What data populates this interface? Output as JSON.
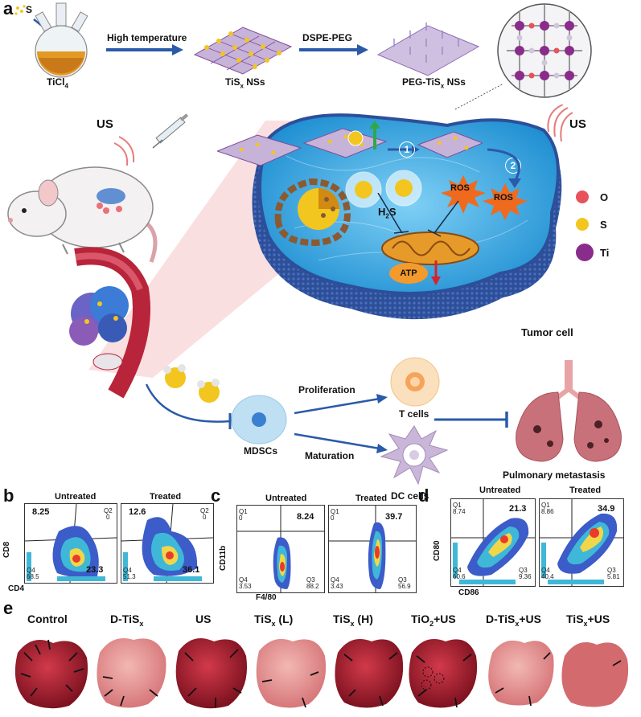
{
  "panel_a": {
    "letter": "a",
    "sulfur_label": "S",
    "precursor_label": "TiCl",
    "precursor_sub": "4",
    "step1_label": "High temperature",
    "step2_label": "DSPE-PEG",
    "product1_label": "TiS",
    "product1_sub": "x",
    "product1_tail": " NSs",
    "product2_label": "PEG-TiS",
    "product2_sub": "x",
    "product2_tail": " NSs",
    "us_left": "US",
    "us_right": "US",
    "step_circle_1": "1",
    "step_circle_2": "2",
    "h2s_label": "H",
    "h2s_sub": "2",
    "h2s_tail": "S",
    "ros_label_1": "ROS",
    "ros_label_2": "ROS",
    "atp_label": "ATP",
    "tumor_cell_label": "Tumor cell",
    "legend": [
      {
        "symbol": "O",
        "color": "#e8525a"
      },
      {
        "symbol": "S",
        "color": "#f2c61f"
      },
      {
        "symbol": "Ti",
        "color": "#8a2c8c"
      }
    ],
    "mdsc_label": "MDSCs",
    "proliferation_label": "Proliferation",
    "maturation_label": "Maturation",
    "tcell_label": "T cells",
    "dc_label": "DC cells",
    "metastasis_label": "Pulmonary metastasis"
  },
  "panel_b": {
    "letter": "b",
    "plots": [
      {
        "title": "Untreated",
        "q1": "8.25",
        "q3": "23.3",
        "q2": "Q2",
        "q2v": "0",
        "q4": "Q4",
        "q4v": "68.5"
      },
      {
        "title": "Treated",
        "q1": "12.6",
        "q3": "36.1",
        "q2": "Q2",
        "q2v": "0",
        "q4": "Q4",
        "q4v": "51.3"
      }
    ],
    "ylabel": "CD8",
    "xlabel": "CD4"
  },
  "panel_c": {
    "letter": "c",
    "plots": [
      {
        "title": "Untreated",
        "q2": "8.24",
        "q1": "Q1",
        "q1v": "0",
        "q4": "Q4",
        "q4v": "3.53",
        "q3": "Q3",
        "q3v": "88.2"
      },
      {
        "title": "Treated",
        "q2": "39.7",
        "q1": "Q1",
        "q1v": "0",
        "q4": "Q4",
        "q4v": "3.43",
        "q3": "Q3",
        "q3v": "56.9"
      }
    ],
    "ylabel": "CD11b",
    "xlabel": "F4/80"
  },
  "panel_d": {
    "letter": "d",
    "plots": [
      {
        "title": "Untreated",
        "q2": "21.3",
        "q1": "Q1",
        "q1v": "8.74",
        "q4": "Q4",
        "q4v": "60.6",
        "q3": "Q3",
        "q3v": "9.36"
      },
      {
        "title": "Treated",
        "q2": "34.9",
        "q1": "Q1",
        "q1v": "8.86",
        "q4": "Q4",
        "q4v": "40.4",
        "q3": "Q3",
        "q3v": "5.81"
      }
    ],
    "ylabel": "CD80",
    "xlabel": "CD86"
  },
  "panel_e": {
    "letter": "e",
    "groups": [
      {
        "label": "Control",
        "sub": "",
        "tail": ""
      },
      {
        "label": "D-TiS",
        "sub": "x",
        "tail": ""
      },
      {
        "label": "US",
        "sub": "",
        "tail": ""
      },
      {
        "label": "TiS",
        "sub": "x",
        "tail": " (L)"
      },
      {
        "label": "TiS",
        "sub": "x",
        "tail": " (H)"
      },
      {
        "label": "TiO",
        "sub": "2",
        "tail": "+US"
      },
      {
        "label": "D-TiS",
        "sub": "x",
        "tail": "+US"
      },
      {
        "label": "TiS",
        "sub": "x",
        "tail": "+US"
      }
    ]
  },
  "colors": {
    "arrow_blue": "#2a5aa8",
    "cell_blue": "#3aa0e0",
    "cell_edge": "#3c5ea8",
    "lung": "#c9717a",
    "mdsc": "#bfe0f2",
    "tcell": "#f8c98e",
    "dc": "#c9b6d8",
    "tissue": "#b8243a"
  }
}
